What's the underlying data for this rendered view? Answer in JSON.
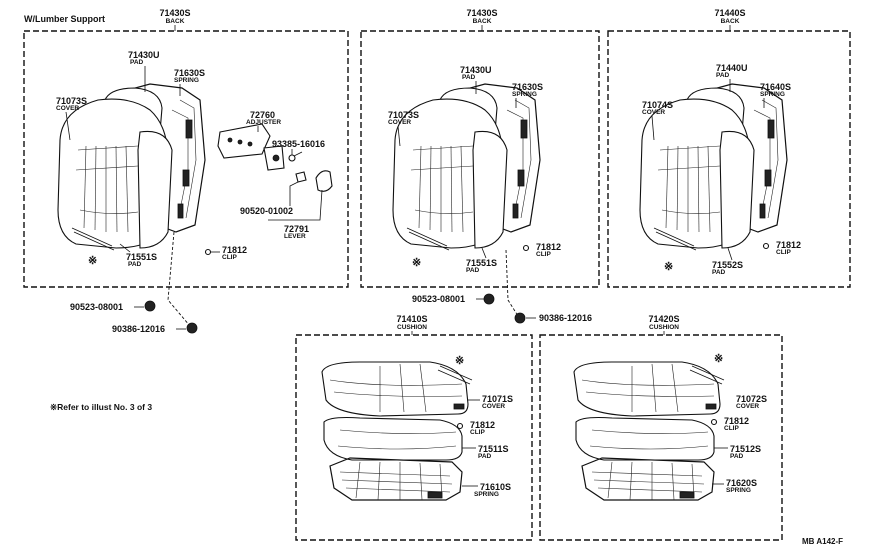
{
  "variant_label": "W/Lumber Support",
  "figure_code": "MB A142-F",
  "note": "※Refer to illust No. 3 of 3",
  "note_mark": "※",
  "groups": [
    {
      "id": "back-left",
      "number": "71430S",
      "name": "BACK",
      "parts": {
        "pad": {
          "num": "71430U",
          "name": "PAD"
        },
        "spring": {
          "num": "71630S",
          "name": "SPRING"
        },
        "cover": {
          "num": "71073S",
          "name": "COVER"
        },
        "adjuster": {
          "num": "72760",
          "name": "ADJUSTER"
        },
        "screw": {
          "num": "93385-16016"
        },
        "bolt": {
          "num": "90520-01002"
        },
        "lever": {
          "num": "72791",
          "name": "LEVER"
        },
        "lower_pad": {
          "num": "71551S",
          "name": "PAD"
        },
        "clip": {
          "num": "71812",
          "name": "CLIP"
        }
      }
    },
    {
      "id": "back-mid",
      "number": "71430S",
      "name": "BACK",
      "parts": {
        "pad": {
          "num": "71430U",
          "name": "PAD"
        },
        "spring": {
          "num": "71630S",
          "name": "SPRING"
        },
        "cover": {
          "num": "71073S",
          "name": "COVER"
        },
        "clip": {
          "num": "71812",
          "name": "CLIP"
        },
        "lower_pad": {
          "num": "71551S",
          "name": "PAD"
        }
      }
    },
    {
      "id": "back-right",
      "number": "71440S",
      "name": "BACK",
      "parts": {
        "pad": {
          "num": "71440U",
          "name": "PAD"
        },
        "spring": {
          "num": "71640S",
          "name": "SPRING"
        },
        "cover": {
          "num": "71074S",
          "name": "COVER"
        },
        "clip": {
          "num": "71812",
          "name": "CLIP"
        },
        "lower_pad": {
          "num": "71552S",
          "name": "PAD"
        }
      }
    },
    {
      "id": "cushion-left",
      "number": "71410S",
      "name": "CUSHION",
      "parts": {
        "cover": {
          "num": "71071S",
          "name": "COVER"
        },
        "clip": {
          "num": "71812",
          "name": "CLIP"
        },
        "pad": {
          "num": "71511S",
          "name": "PAD"
        },
        "spring": {
          "num": "71610S",
          "name": "SPRING"
        }
      }
    },
    {
      "id": "cushion-right",
      "number": "71420S",
      "name": "CUSHION",
      "parts": {
        "cover": {
          "num": "71072S",
          "name": "COVER"
        },
        "clip": {
          "num": "71812",
          "name": "CLIP"
        },
        "pad": {
          "num": "71512S",
          "name": "PAD"
        },
        "spring": {
          "num": "71620S",
          "name": "SPRING"
        }
      }
    }
  ],
  "loose_parts": {
    "nut_a_left": "90523-08001",
    "nut_b_left": "90386-12016",
    "nut_a_mid": "90523-08001",
    "nut_b_mid": "90386-12016"
  }
}
